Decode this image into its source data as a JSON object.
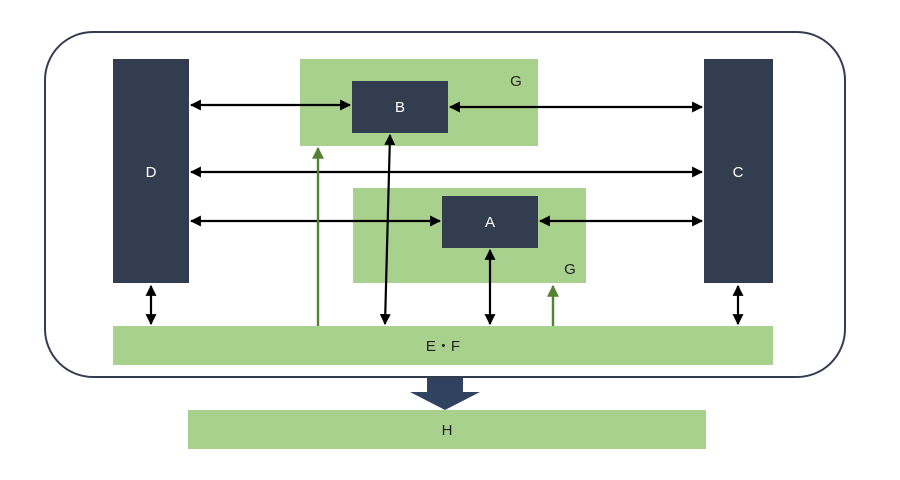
{
  "labels": {
    "A": "A",
    "B": "B",
    "C": "C",
    "D": "D",
    "EF": "E・F",
    "G_top": "G",
    "G_mid": "G",
    "H": "H"
  },
  "colors": {
    "dark_block": "#333d50",
    "green_block": "#a9d18e",
    "green_arrow": "#548235",
    "black_arrow": "#000000",
    "frame_stroke": "#333d50",
    "down_arrow": "#2f4360"
  },
  "connections": [
    {
      "from": "D",
      "to": "B",
      "style": "bidirectional"
    },
    {
      "from": "B",
      "to": "C",
      "style": "bidirectional"
    },
    {
      "from": "D",
      "to": "C",
      "style": "bidirectional"
    },
    {
      "from": "D",
      "to": "A",
      "style": "bidirectional"
    },
    {
      "from": "A",
      "to": "C",
      "style": "bidirectional"
    },
    {
      "from": "B",
      "to": "E・F",
      "style": "bidirectional"
    },
    {
      "from": "A",
      "to": "E・F",
      "style": "bidirectional"
    },
    {
      "from": "D",
      "to": "E・F",
      "style": "bidirectional"
    },
    {
      "from": "C",
      "to": "E・F",
      "style": "bidirectional"
    },
    {
      "from": "E・F",
      "to": "G (top)",
      "style": "unidirectional"
    },
    {
      "from": "E・F",
      "to": "G (middle)",
      "style": "unidirectional"
    },
    {
      "from": "E・F",
      "to": "H",
      "style": "block-arrow"
    }
  ]
}
